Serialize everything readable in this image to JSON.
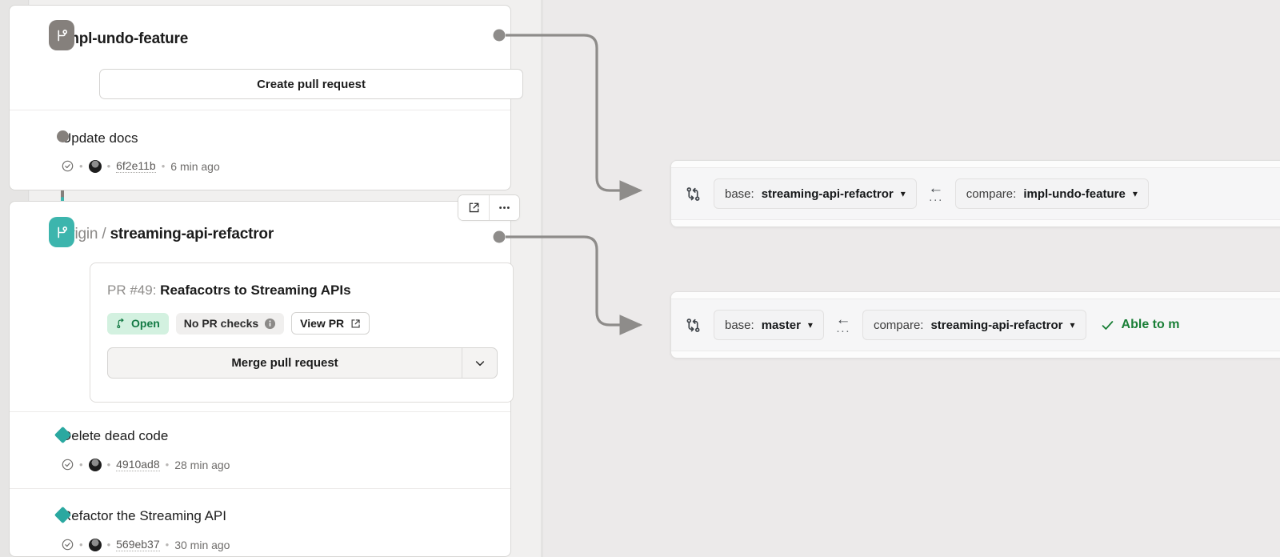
{
  "theme": {
    "background": "#ebebeb",
    "left_pane_bg": "#f1f0ef",
    "right_pane_bg": "#eceaea",
    "card_bg": "#ffffff",
    "accent_teal": "#3cb5ad",
    "accent_grey_branch": "#85807c",
    "open_badge_bg": "#d3f1e0",
    "open_badge_fg": "#137a44",
    "merge_ok_color": "#1a7f37",
    "connector_color": "#8e8c8a"
  },
  "branches": [
    {
      "id": "impl-undo-feature",
      "icon": "git-branch-icon",
      "remote": "",
      "name": "impl-undo-feature",
      "color": "#85807c",
      "primary_action": "Create pull request",
      "commits": [
        {
          "message": "Update docs",
          "status_icon": "check-circle-icon",
          "author_icon": "avatar",
          "sha": "6f2e11b",
          "time": "6 min ago"
        }
      ]
    },
    {
      "id": "streaming-api-refactror",
      "icon": "git-branch-icon",
      "remote": "origin",
      "separator": "/",
      "name": "streaming-api-refactror",
      "color": "#3cb5ad",
      "header_actions": [
        {
          "name": "open-external-icon",
          "label": ""
        },
        {
          "name": "more-options-icon",
          "label": ""
        }
      ],
      "pull_request": {
        "number_label": "PR #49:",
        "title": "Reafacotrs to Streaming APIs",
        "state_badge": {
          "icon": "pull-request-icon",
          "label": "Open"
        },
        "checks_badge": {
          "label": "No PR checks",
          "icon": "info-icon"
        },
        "view_pr": {
          "label": "View PR",
          "icon": "external-link-icon"
        },
        "merge_button": {
          "label": "Merge pull request",
          "caret_icon": "chevron-down-icon"
        }
      },
      "commits": [
        {
          "message": "Delete dead code",
          "status_icon": "check-circle-icon",
          "author_icon": "avatar",
          "sha": "4910ad8",
          "time": "28 min ago"
        },
        {
          "message": "Refactor the Streaming API",
          "status_icon": "check-circle-icon",
          "author_icon": "avatar",
          "sha": "569eb37",
          "time": "30 min ago"
        }
      ]
    }
  ],
  "compare_panels": [
    {
      "id": "compare-impl-undo-feature",
      "icon": "git-compare-icon",
      "base": {
        "label": "base:",
        "value": "streaming-api-refactror",
        "caret": "▾"
      },
      "direction_icon": "left-arrow-icon",
      "direction_dots": "···",
      "compare": {
        "label": "compare:",
        "value": "impl-undo-feature",
        "caret": "▾"
      },
      "status": ""
    },
    {
      "id": "compare-streaming-api-refactror",
      "icon": "git-compare-icon",
      "base": {
        "label": "base:",
        "value": "master",
        "caret": "▾"
      },
      "direction_icon": "left-arrow-icon",
      "direction_dots": "···",
      "compare": {
        "label": "compare:",
        "value": "streaming-api-refactror",
        "caret": "▾"
      },
      "status": "Able to m",
      "status_icon": "check-icon"
    }
  ]
}
